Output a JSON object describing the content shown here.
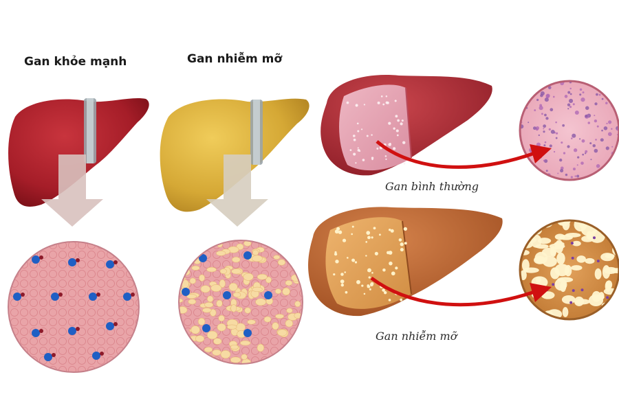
{
  "labels": {
    "healthy_liver": "Gan khỏe mạnh",
    "fatty_liver_left": "Gan nhiễm mỡ",
    "normal_liver": "Gan bình thường",
    "fatty_liver_right": "Gan nhiễm mỡ"
  },
  "colors": {
    "healthy_liver": "#a81e2a",
    "fatty_liver_left": "#d9ad3a",
    "normal_liver_cut": "#e7a3b4",
    "fatty_liver_right": "#b5612d",
    "arrow_red": "#d01010",
    "arrow_down": "#d9c4c1",
    "tissue_pink": "#e9a2a8",
    "fat_droplet": "#fff3c8"
  }
}
